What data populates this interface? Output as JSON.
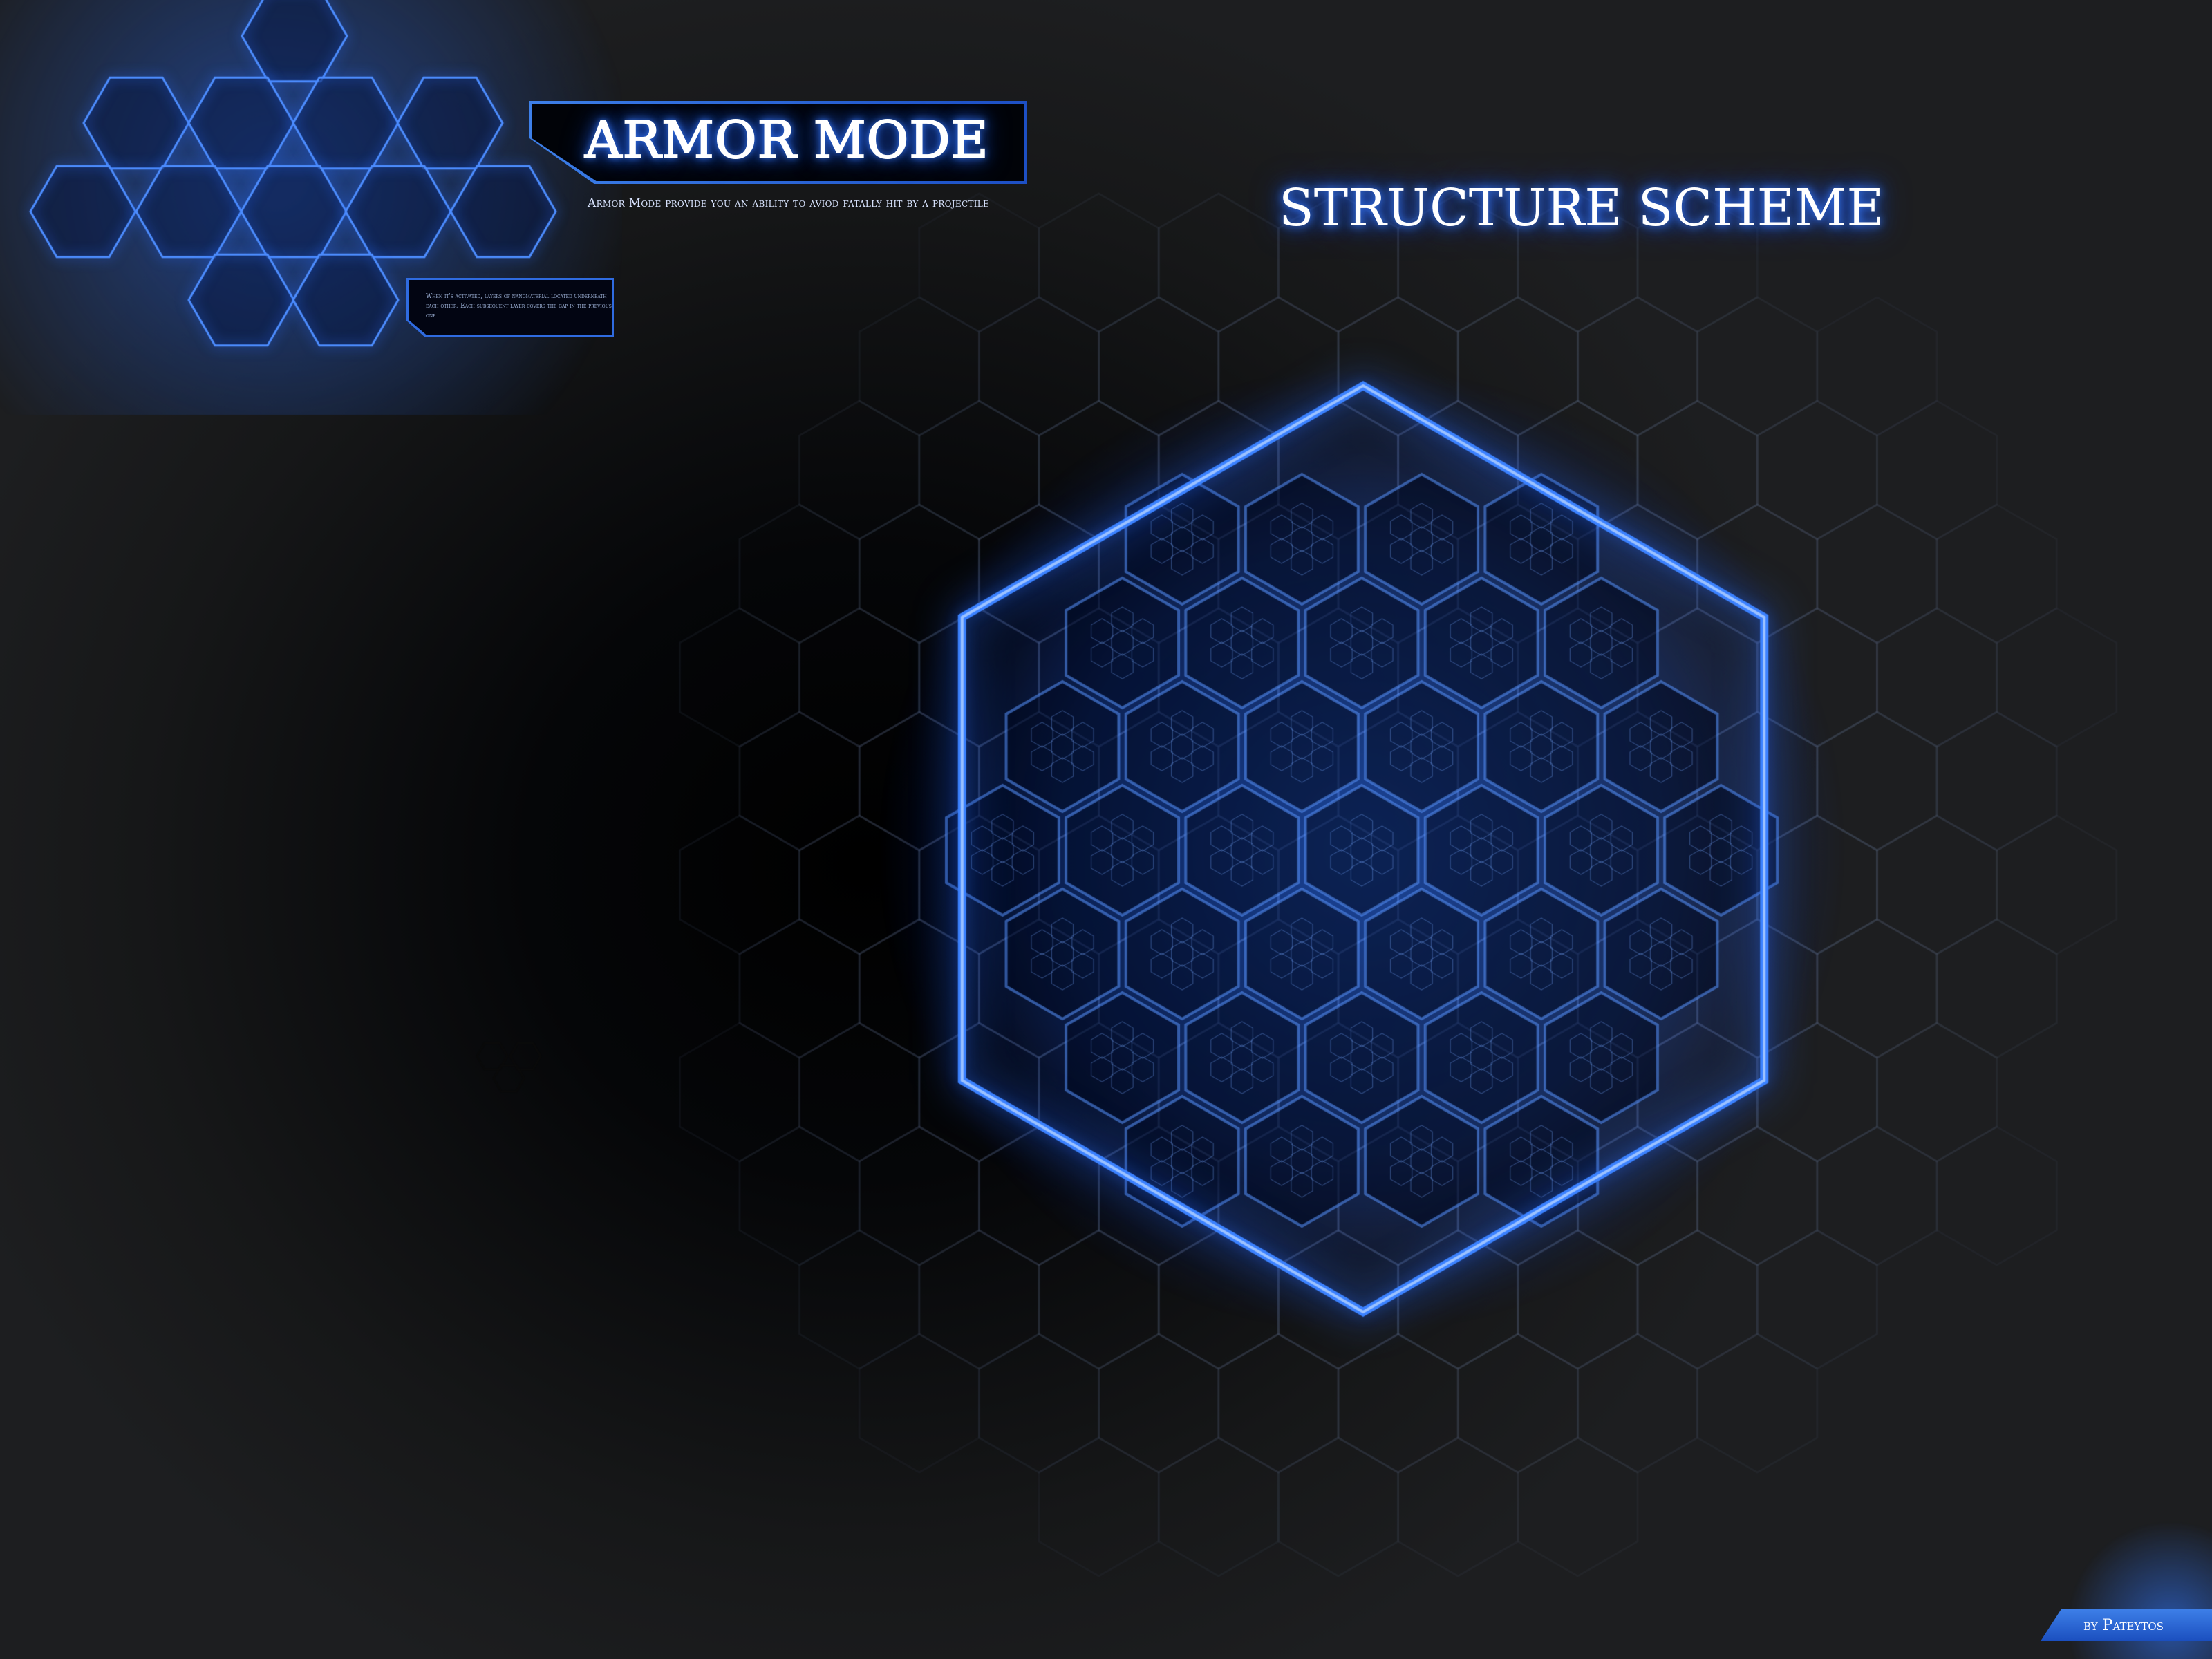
{
  "title": "ARMOR MODE",
  "subtitle": "Armor Mode provide you an ability to aviod fatally hit by a projectile",
  "info_text": "When it's activated, layers of nanomaterial located underneath each other. Each subsequent layer covers the gap in the previous one",
  "scheme_title": "STRUCTURE SCHEME",
  "credit": "by Pateytos",
  "colors": {
    "glow": "#2a6cff",
    "accent": "#3d7fe8",
    "background": "#1d1e20"
  },
  "icons": [
    "hexagon-cluster-icon",
    "small-hexagon-cluster-icon",
    "hexagon-badge-icon"
  ]
}
